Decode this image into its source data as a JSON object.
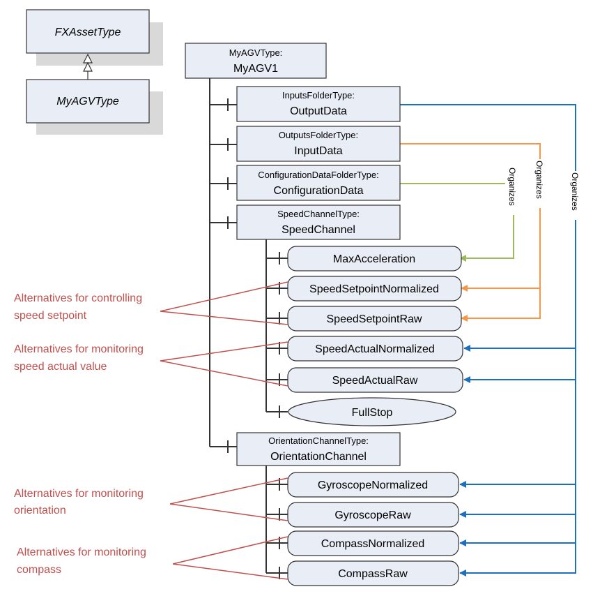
{
  "type_boxes": {
    "fxasset": "FXAssetType",
    "myagvtype": "MyAGVType"
  },
  "root": {
    "type": "MyAGVType:",
    "name": "MyAGV1"
  },
  "folders": [
    {
      "type": "InputsFolderType:",
      "name": "OutputData"
    },
    {
      "type": "OutputsFolderType:",
      "name": "InputData"
    },
    {
      "type": "ConfigurationDataFolderType:",
      "name": "ConfigurationData"
    },
    {
      "type": "SpeedChannelType:",
      "name": "SpeedChannel"
    }
  ],
  "speed_variables": [
    "MaxAcceleration",
    "SpeedSetpointNormalized",
    "SpeedSetpointRaw",
    "SpeedActualNormalized",
    "SpeedActualRaw"
  ],
  "speed_method": "FullStop",
  "orientation_channel": {
    "type": "OrientationChannelType:",
    "name": "OrientationChannel"
  },
  "orientation_variables": [
    "GyroscopeNormalized",
    "GyroscopeRaw",
    "CompassNormalized",
    "CompassRaw"
  ],
  "relation_labels": {
    "green": "Organizes",
    "orange": "Organizes",
    "blue": "Organizes"
  },
  "annotations": [
    {
      "line1": "Alternatives for controlling",
      "line2": "speed setpoint"
    },
    {
      "line1": "Alternatives for monitoring",
      "line2": "speed actual value"
    },
    {
      "line1": "Alternatives for monitoring",
      "line2": "orientation"
    },
    {
      "line1": "Alternatives for monitoring",
      "line2": "compass"
    }
  ],
  "colors": {
    "green": "#9bbb59",
    "orange": "#f79646",
    "blue": "#1f6fbf",
    "annotation": "#c0504d",
    "box_fill": "#e8edf6"
  }
}
